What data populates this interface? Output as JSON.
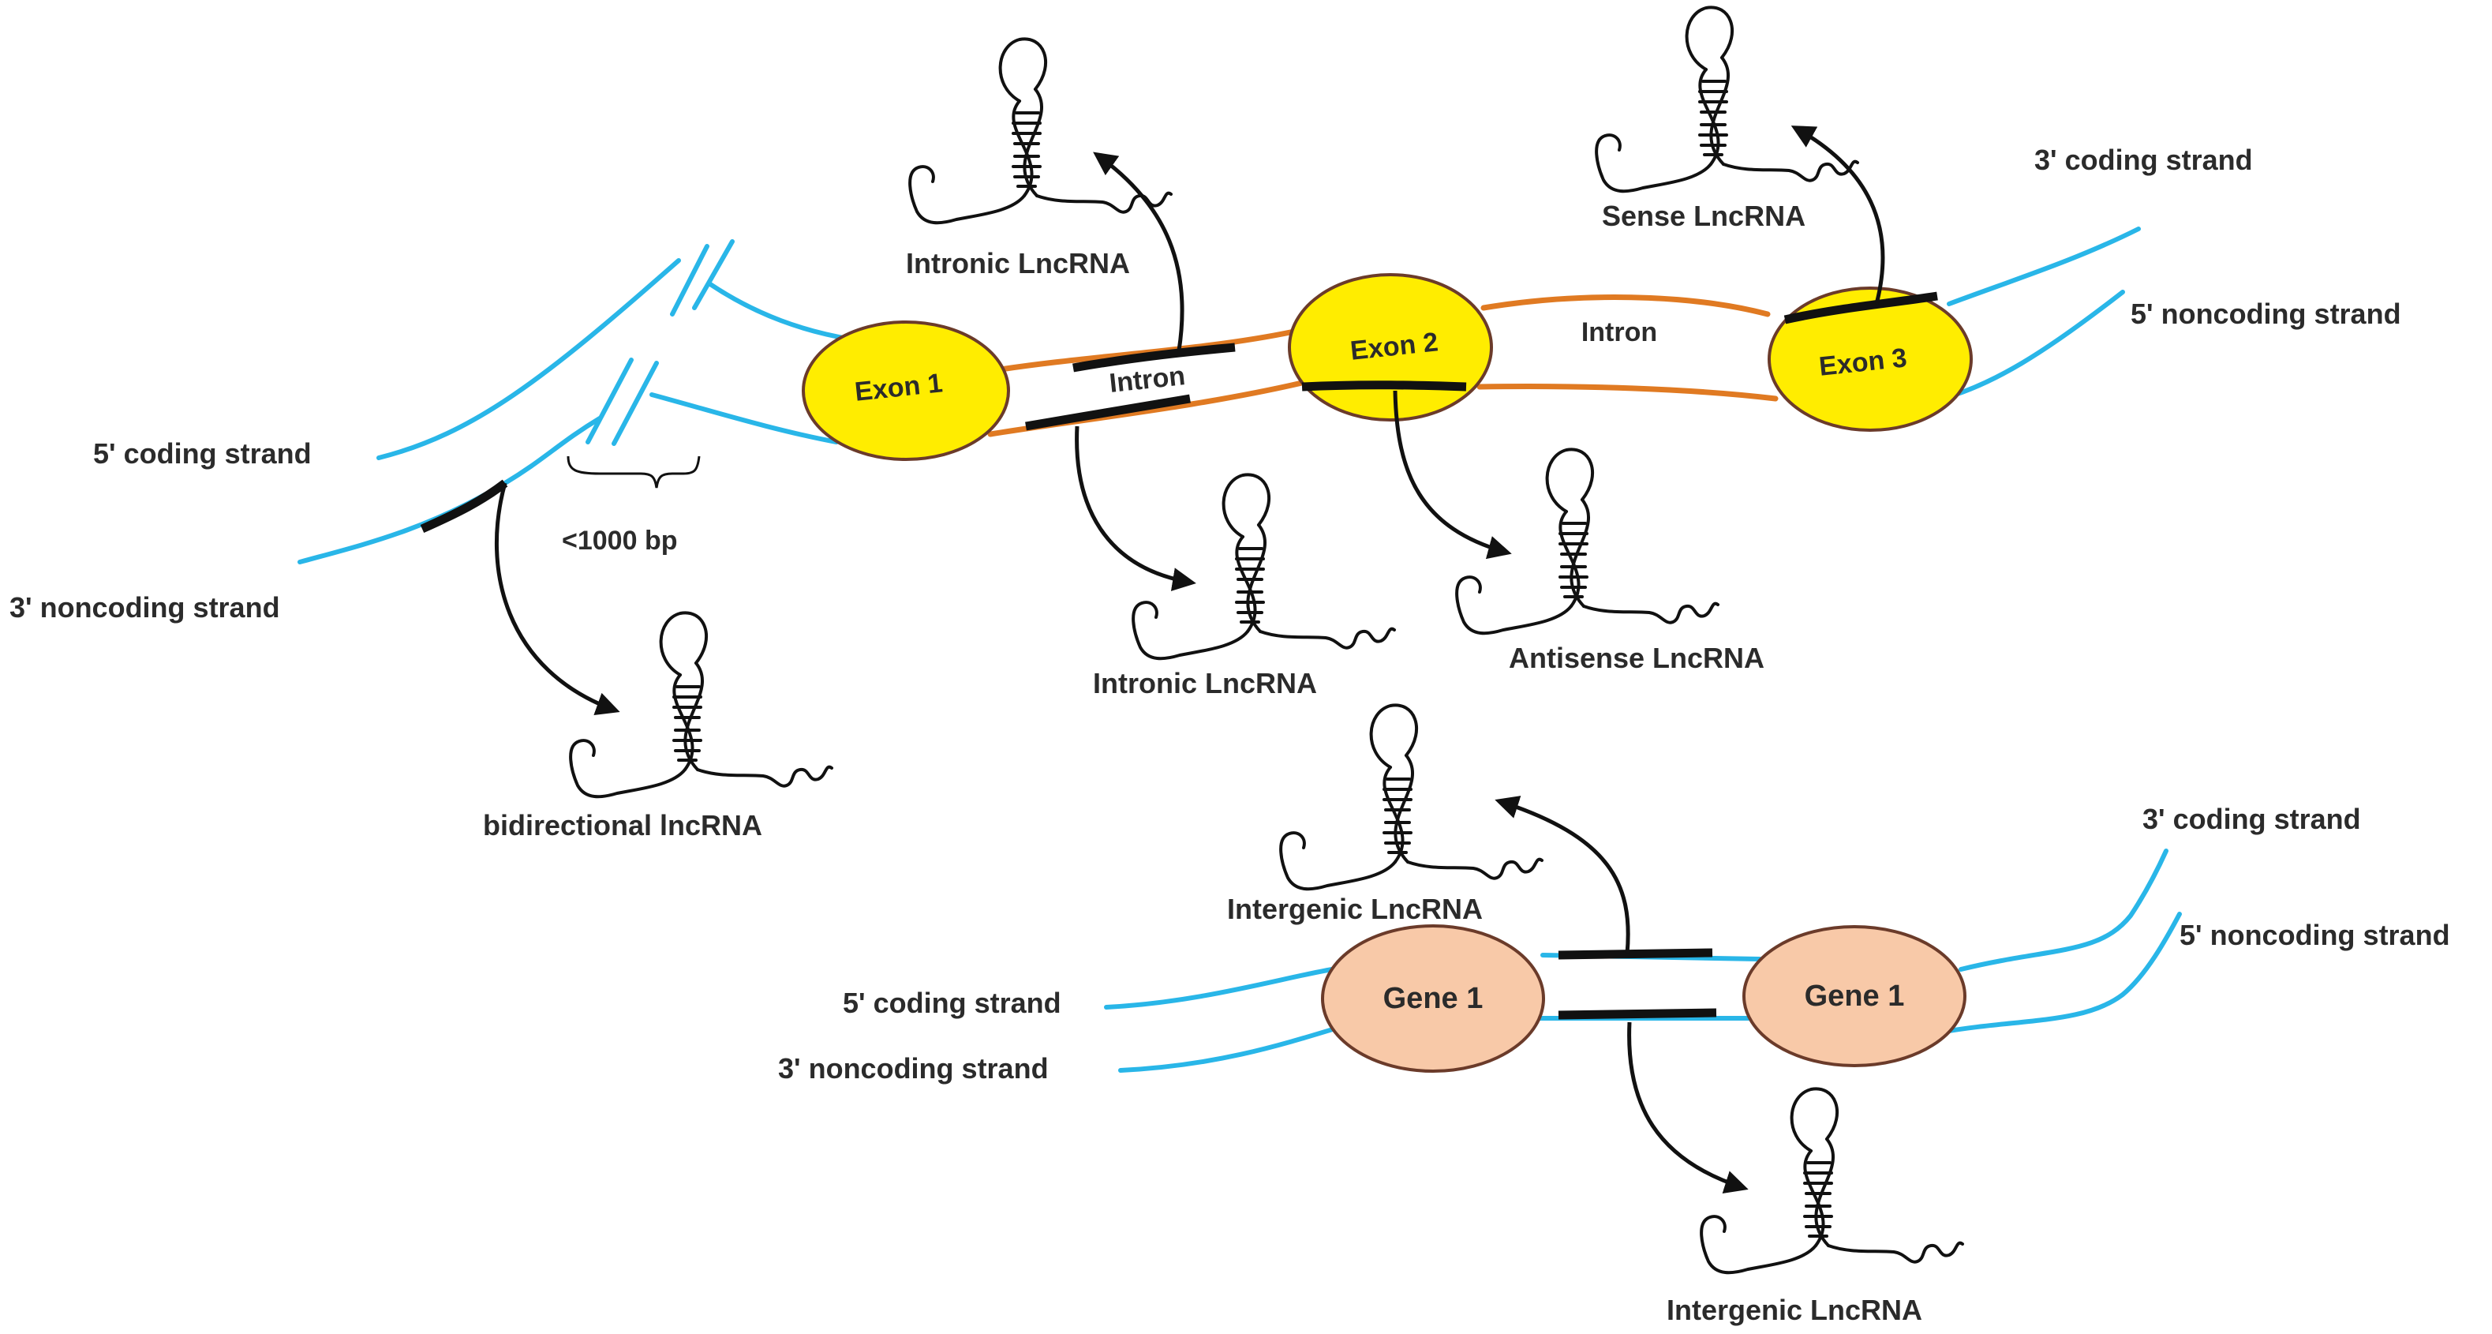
{
  "colors": {
    "strand": "#29b6e8",
    "intron": "#e07a22",
    "exon_fill": "#ffed00",
    "gene_fill": "#f8c9a8",
    "outline": "#6b3b2a",
    "lncrna": "#111111"
  },
  "top": {
    "left_coding": "5' coding strand",
    "left_noncoding": "3' noncoding strand",
    "right_coding": "3' coding strand",
    "right_noncoding": "5' noncoding strand",
    "distance": "<1000 bp",
    "exon1": "Exon 1",
    "exon2": "Exon 2",
    "exon3": "Exon  3",
    "intron1": "Intron",
    "intron2": "Intron",
    "lnc_intronic_top": "Intronic LncRNA",
    "lnc_intronic_bottom": "Intronic LncRNA",
    "lnc_sense": "Sense LncRNA",
    "lnc_antisense": "Antisense LncRNA",
    "lnc_bidirectional": "bidirectional lncRNA"
  },
  "bottom": {
    "left_coding": "5' coding strand",
    "left_noncoding": "3' noncoding strand",
    "right_coding": "3' coding strand",
    "right_noncoding": "5' noncoding strand",
    "gene_left": "Gene 1",
    "gene_right": "Gene 1",
    "lnc_intergenic_top": "Intergenic LncRNA",
    "lnc_intergenic_bottom": "Intergenic LncRNA"
  },
  "icons": [
    "lncrna-hairpin-icon"
  ]
}
